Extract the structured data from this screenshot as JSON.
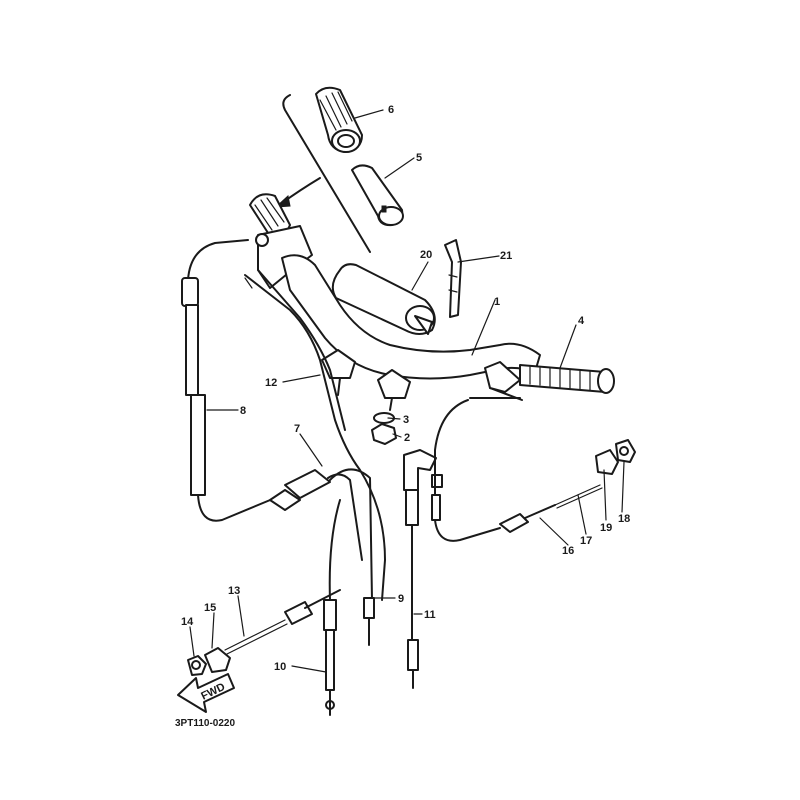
{
  "callouts": [
    {
      "id": "c1",
      "text": "1"
    },
    {
      "id": "c2",
      "text": "2"
    },
    {
      "id": "c3",
      "text": "3"
    },
    {
      "id": "c4",
      "text": "4"
    },
    {
      "id": "c5",
      "text": "5"
    },
    {
      "id": "c6",
      "text": "6"
    },
    {
      "id": "c7",
      "text": "7"
    },
    {
      "id": "c8",
      "text": "8"
    },
    {
      "id": "c9",
      "text": "9"
    },
    {
      "id": "c10",
      "text": "10"
    },
    {
      "id": "c11",
      "text": "11"
    },
    {
      "id": "c12",
      "text": "12"
    },
    {
      "id": "c13",
      "text": "13"
    },
    {
      "id": "c14",
      "text": "14"
    },
    {
      "id": "c15",
      "text": "15"
    },
    {
      "id": "c16",
      "text": "16"
    },
    {
      "id": "c17",
      "text": "17"
    },
    {
      "id": "c18",
      "text": "18"
    },
    {
      "id": "c19",
      "text": "19"
    },
    {
      "id": "c20",
      "text": "20"
    },
    {
      "id": "c21",
      "text": "21"
    }
  ],
  "arrow_label": "FWD",
  "diagram_code": "3PT110-0220"
}
